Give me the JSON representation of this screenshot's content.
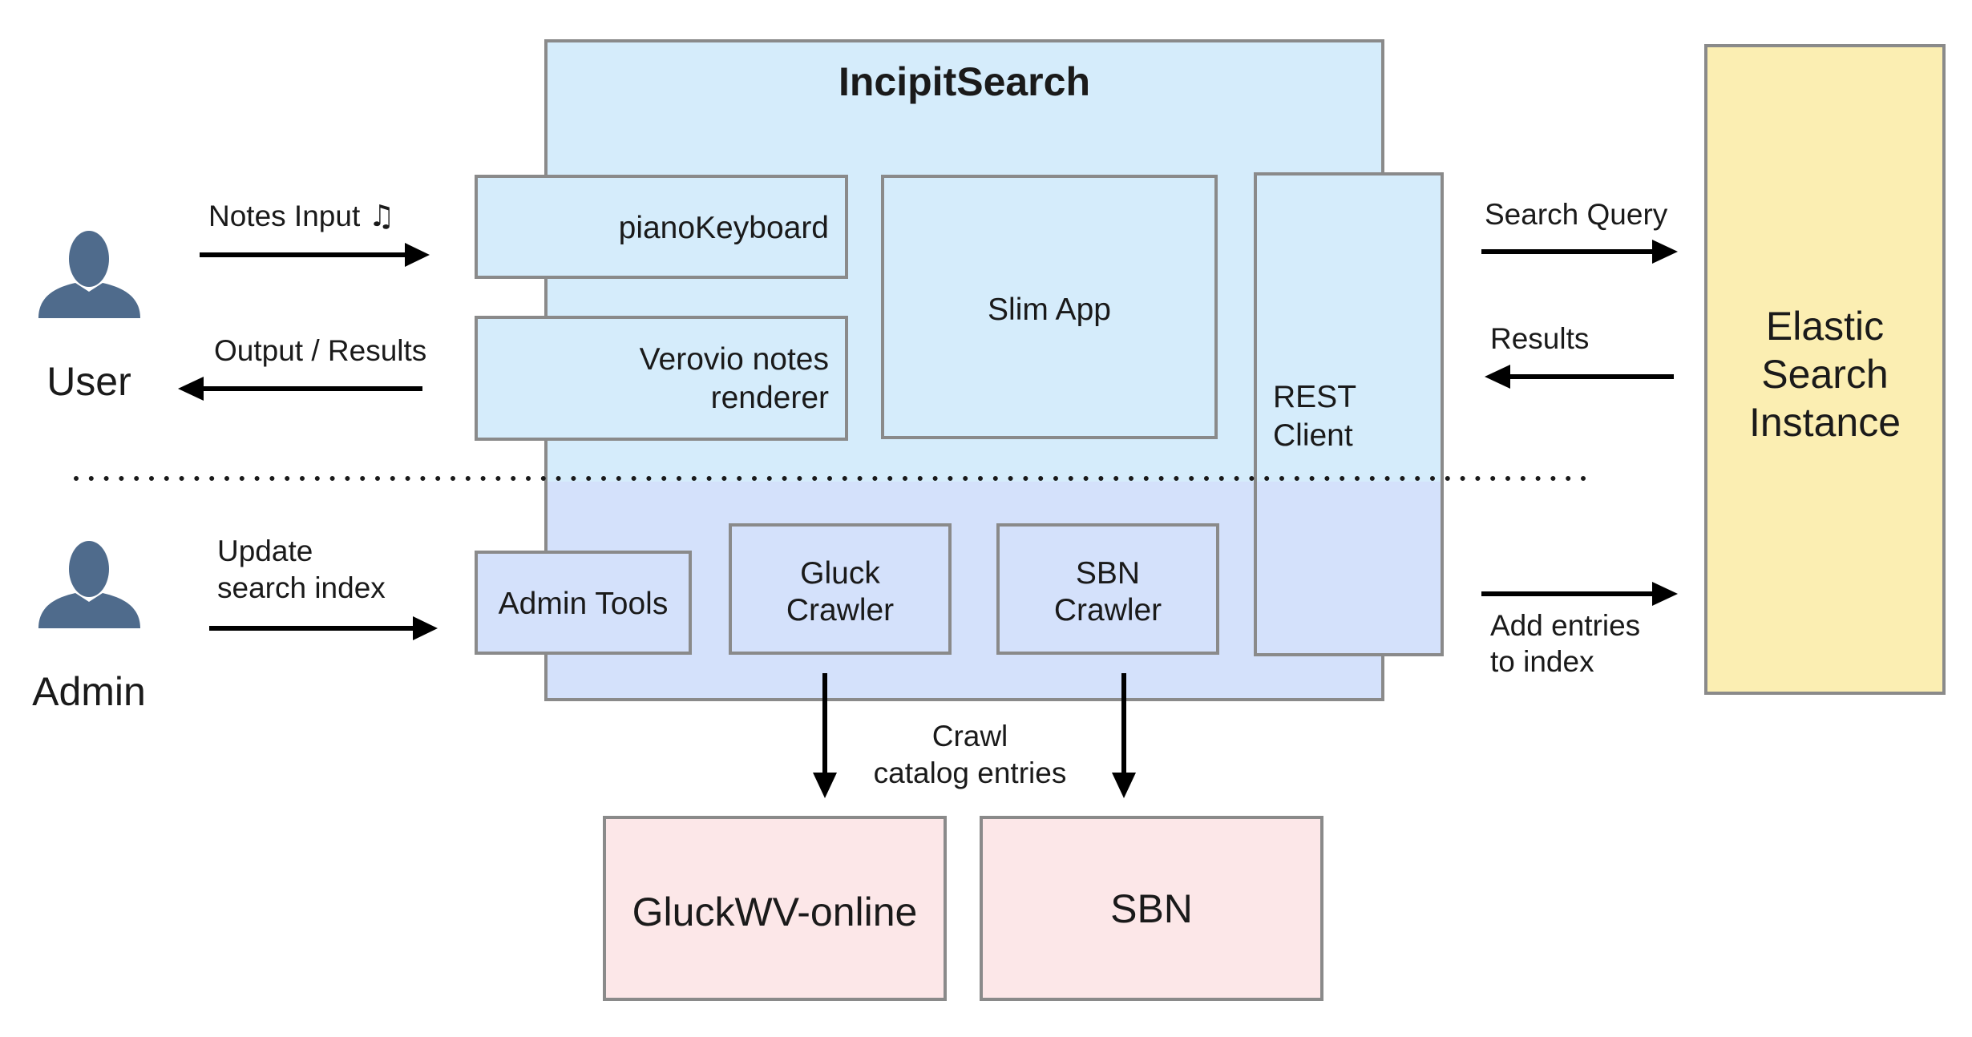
{
  "title": "IncipitSearch",
  "actors": {
    "user": "User",
    "admin": "Admin"
  },
  "arrows": {
    "notes_input": "Notes Input",
    "note_glyph": "♫",
    "output_results": "Output / Results",
    "update_line1": "Update",
    "update_line2": "search index",
    "search_query": "Search Query",
    "results": "Results",
    "add_line1": "Add entries",
    "add_line2": "to index",
    "crawl_line1": "Crawl",
    "crawl_line2": "catalog entries"
  },
  "components": {
    "piano_keyboard": "pianoKeyboard",
    "verovio_line1": "Verovio notes",
    "verovio_line2": "renderer",
    "slim_app": "Slim App",
    "rest_line1": "REST",
    "rest_line2": "Client",
    "admin_tools": "Admin Tools",
    "gluck_line1": "Gluck",
    "gluck_line2": "Crawler",
    "sbn_line1": "SBN",
    "sbn_line2": "Crawler"
  },
  "external": {
    "elastic_line1": "Elastic",
    "elastic_line2": "Search",
    "elastic_line3": "Instance",
    "gluckwv": "GluckWV-online",
    "sbn": "SBN"
  },
  "colors": {
    "main_top": "#d5ecfb",
    "main_bottom": "#d4e1fb",
    "elastic": "#fbeeb2",
    "external": "#fce7e8",
    "border": "#8a8a8a",
    "person": "#4f6b8c"
  }
}
